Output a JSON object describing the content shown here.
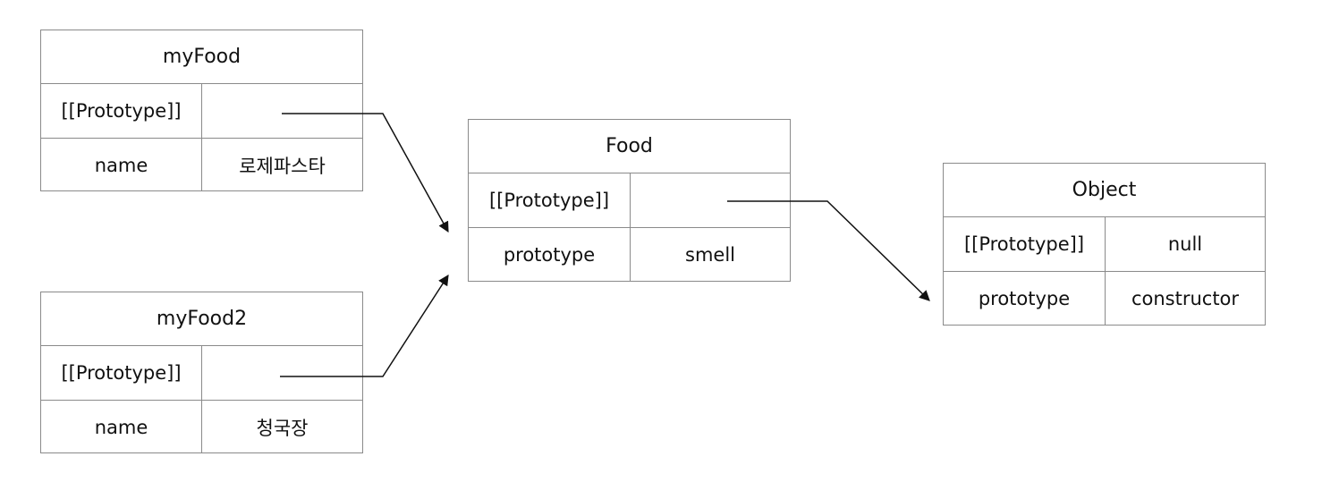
{
  "boxes": {
    "myFood": {
      "title": "myFood",
      "rows": [
        {
          "key": "[[Prototype]]",
          "value": ""
        },
        {
          "key": "name",
          "value": "로제파스타"
        }
      ]
    },
    "myFood2": {
      "title": "myFood2",
      "rows": [
        {
          "key": "[[Prototype]]",
          "value": ""
        },
        {
          "key": "name",
          "value": "청국장"
        }
      ]
    },
    "food": {
      "title": "Food",
      "rows": [
        {
          "key": "[[Prototype]]",
          "value": ""
        },
        {
          "key": "prototype",
          "value": "smell"
        }
      ]
    },
    "object": {
      "title": "Object",
      "rows": [
        {
          "key": "[[Prototype]]",
          "value": "null"
        },
        {
          "key": "prototype",
          "value": "constructor"
        }
      ]
    }
  },
  "colors": {
    "border": "#8a8a8a",
    "arrow": "#111111",
    "text": "#111111"
  }
}
